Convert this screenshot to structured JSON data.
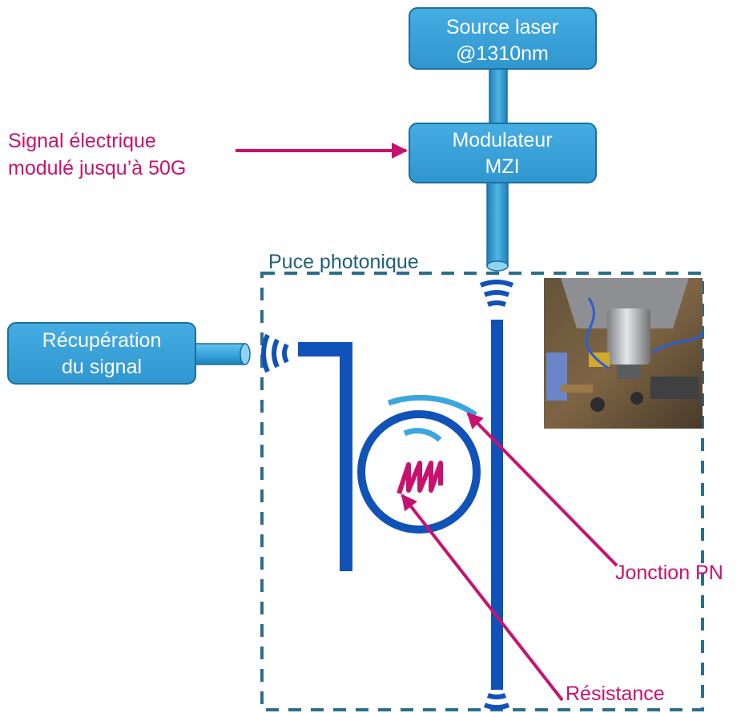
{
  "boxes": {
    "laser": {
      "line1": "Source laser",
      "line2": "@1310nm"
    },
    "modulator": {
      "line1": "Modulateur",
      "line2": "MZI"
    },
    "receiver": {
      "line1": "Récupération",
      "line2": "du signal"
    }
  },
  "chip_label": "Puce photonique",
  "annotations": {
    "signal_line1": "Signal électrique",
    "signal_line2": "modulé jusqu’à 50G",
    "pn_junction": "Jonction PN",
    "resistance": "Résistance"
  },
  "colors": {
    "box_fill": "#3ba6de",
    "box_stroke": "#1d6f9c",
    "waveguide": "#1152b8",
    "heater_arc": "#3ba6de",
    "annotation": "#c8126e",
    "chip_border": "#2b6e8c"
  }
}
